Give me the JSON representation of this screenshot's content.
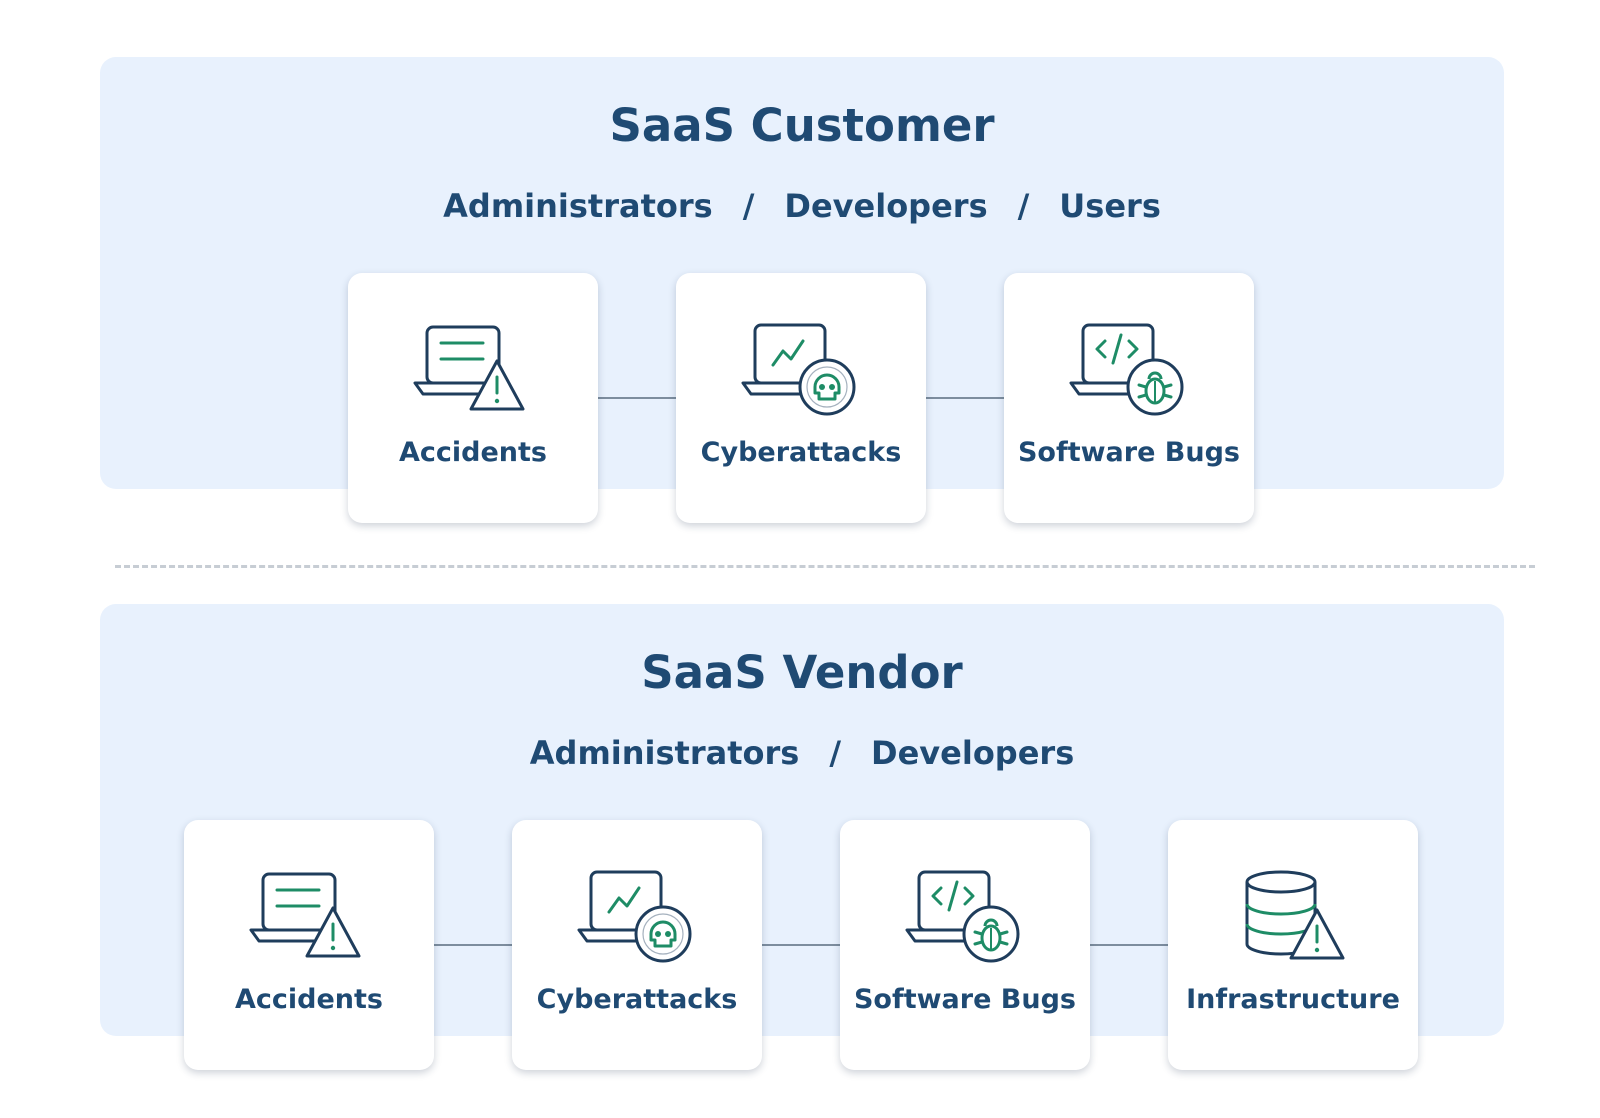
{
  "colors": {
    "panel": "#e8f1fd",
    "navy": "#1f4a73",
    "green": "#1e8c66",
    "icon": "#1f3d5c"
  },
  "customer": {
    "title": "SaaS Customer",
    "roles": [
      "Administrators",
      "Developers",
      "Users"
    ],
    "separator": "/",
    "cards": [
      {
        "label": "Accidents",
        "icon": "laptop-warning-icon"
      },
      {
        "label": "Cyberattacks",
        "icon": "laptop-skull-icon"
      },
      {
        "label": "Software Bugs",
        "icon": "laptop-bug-icon"
      }
    ]
  },
  "vendor": {
    "title": "SaaS Vendor",
    "roles": [
      "Administrators",
      "Developers"
    ],
    "separator": "/",
    "cards": [
      {
        "label": "Accidents",
        "icon": "laptop-warning-icon"
      },
      {
        "label": "Cyberattacks",
        "icon": "laptop-skull-icon"
      },
      {
        "label": "Software Bugs",
        "icon": "laptop-bug-icon"
      },
      {
        "label": "Infrastructure",
        "icon": "database-warning-icon"
      }
    ]
  }
}
